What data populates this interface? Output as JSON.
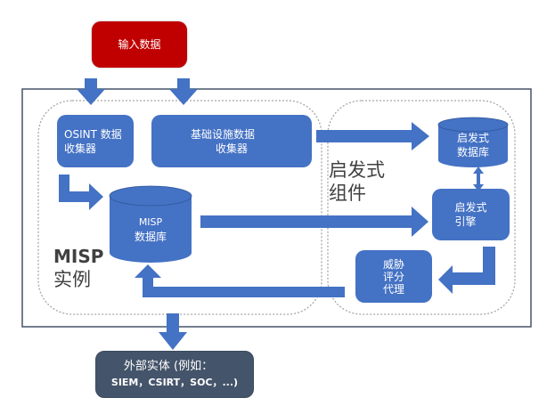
{
  "diagram": {
    "input": {
      "label": "输入数据"
    },
    "osint_collector": {
      "line1": "OSINT 数据",
      "line2": "收集器"
    },
    "infra_collector": {
      "line1": "基础设施数据",
      "line2": "收集器"
    },
    "misp_db": {
      "line1": "MISP",
      "line2": "数据库"
    },
    "misp_instance_label": {
      "line1": "MISP",
      "line2": "实例"
    },
    "heuristic_component_label": {
      "line1": "启发式",
      "line2": "组件"
    },
    "heuristic_db": {
      "line1": "启发式",
      "line2": "数据库"
    },
    "heuristic_engine": {
      "line1": "启发式",
      "line2": "引擎"
    },
    "threat_scoring": {
      "line1": "威胁",
      "line2": "评分",
      "line3": "代理"
    },
    "external": {
      "line1": "外部实体 (例如：",
      "line2": "SIEM，CSIRT，SOC，...)"
    },
    "colors": {
      "input_fill": "#c00000",
      "node_fill": "#4472c4",
      "external_fill": "#44546a",
      "outer_border": "#44546a",
      "dashed_border": "#a6a6a6",
      "label_text": "#404040"
    }
  }
}
